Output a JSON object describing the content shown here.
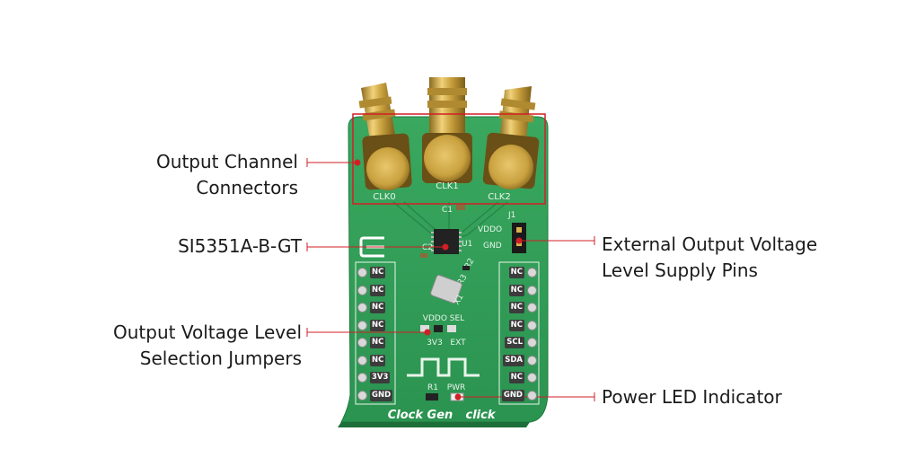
{
  "callouts": {
    "output_channel": {
      "line1": "Output Channel",
      "line2": "Connectors"
    },
    "chip": {
      "line1": "SI5351A-B-GT"
    },
    "voltage_select": {
      "line1": "Output Voltage Level",
      "line2": "Selection Jumpers"
    },
    "external_supply": {
      "line1": "External Output Voltage",
      "line2": "Level Supply Pins"
    },
    "power_led": {
      "line1": "Power LED Indicator"
    }
  },
  "silkscreen": {
    "clk0": "CLK0",
    "clk1": "CLK1",
    "clk2": "CLK2",
    "c1": "C1",
    "c2": "C2",
    "u1": "U1",
    "r2": "R2",
    "r3": "R3",
    "x1": "X1",
    "j1": "J1",
    "vddo": "VDDO",
    "gnd": "GND",
    "vddo_sel": "VDDO SEL",
    "v3v3": "3V3",
    "ext": "EXT",
    "r1": "R1",
    "pwr": "PWR",
    "board_name": "Clock Gen",
    "board_brand": "click",
    "left_pins": [
      "NC",
      "NC",
      "NC",
      "NC",
      "NC",
      "NC",
      "3V3",
      "GND"
    ],
    "right_pins": [
      "NC",
      "NC",
      "NC",
      "NC",
      "SCL",
      "SDA",
      "NC",
      "GND"
    ]
  },
  "colors": {
    "board_green": "#2f9f55",
    "callout_red": "#d21f26",
    "gold": "#c9a13f"
  }
}
